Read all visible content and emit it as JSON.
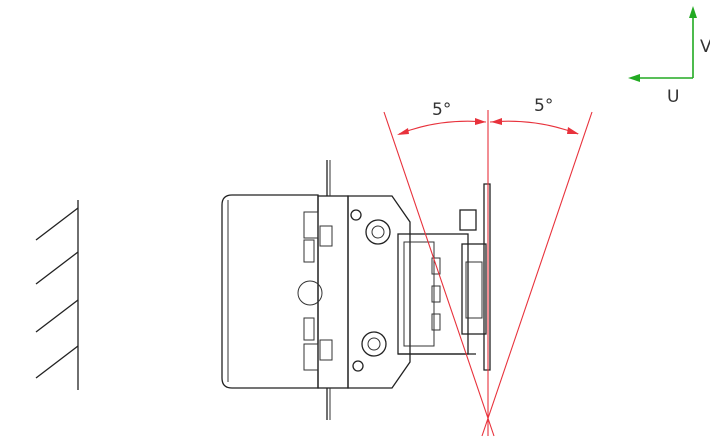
{
  "angle_labels": {
    "left": "5°",
    "right": "5°"
  },
  "axes": {
    "u_label": "U",
    "v_label": "V"
  },
  "colors": {
    "line": "#222222",
    "tilt_lines": "#e8323c",
    "u_axis": "#22aa22",
    "v_axis": "#22aa22"
  }
}
